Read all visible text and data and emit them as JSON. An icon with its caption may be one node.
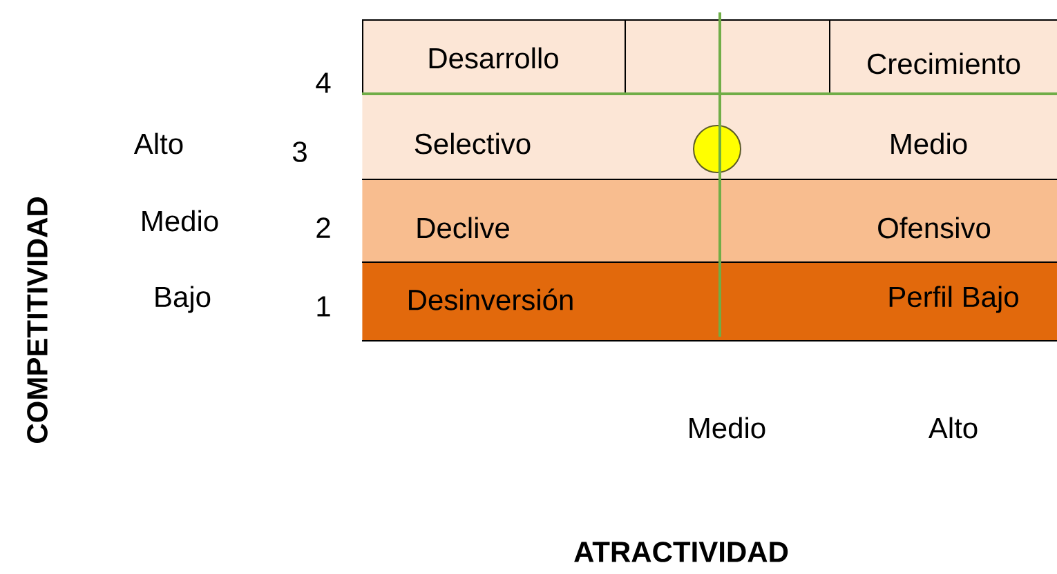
{
  "diagram": {
    "nodes": [
      {
        "text": [
          "Desarrollo"
        ]
      },
      {
        "text": [],
        "shape": "box"
      },
      {
        "text": [
          "Crecimiento"
        ]
      },
      {
        "text": [
          "Selectivo",
          "Medio"
        ]
      },
      {
        "text": [
          "Declive",
          "Ofensivo"
        ]
      },
      {
        "text": [
          "Desinversión",
          "Perfil Bajo"
        ]
      },
      {
        "text": [],
        "shape": "circle",
        "in": 3
      }
    ],
    "labels": [
      "4",
      "Alto",
      "3",
      "Medio",
      "2",
      "Bajo",
      "1",
      "COMPETITIVIDAD",
      "Medio",
      "Alto",
      "ATRACTIVIDAD"
    ]
  }
}
